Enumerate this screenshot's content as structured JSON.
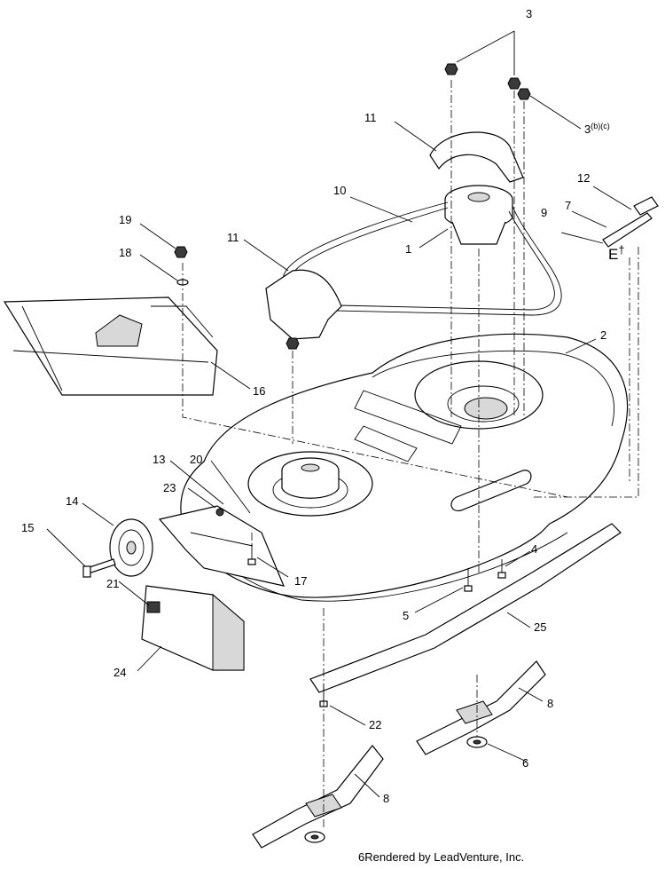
{
  "callouts": {
    "c1": "1",
    "c2": "2",
    "c3a": "3",
    "c3b": "3",
    "c3b_sup": "(b)(c)",
    "c4": "4",
    "c5": "5",
    "c6a": "6",
    "c7": "7",
    "c8a": "8",
    "c8b": "8",
    "c9": "9",
    "c10": "10",
    "c11a": "11",
    "c11b": "11",
    "c12": "12",
    "c13": "13",
    "c14": "14",
    "c15": "15",
    "c16": "16",
    "c17": "17",
    "c18": "18",
    "c19": "19",
    "c20": "20",
    "c21": "21",
    "c22": "22",
    "c23": "23",
    "c24": "24",
    "c25": "25",
    "cE": "E",
    "cE_mark": "†"
  },
  "footer": {
    "bottom_callout": "6",
    "credit": "Rendered by LeadVenture, Inc."
  }
}
